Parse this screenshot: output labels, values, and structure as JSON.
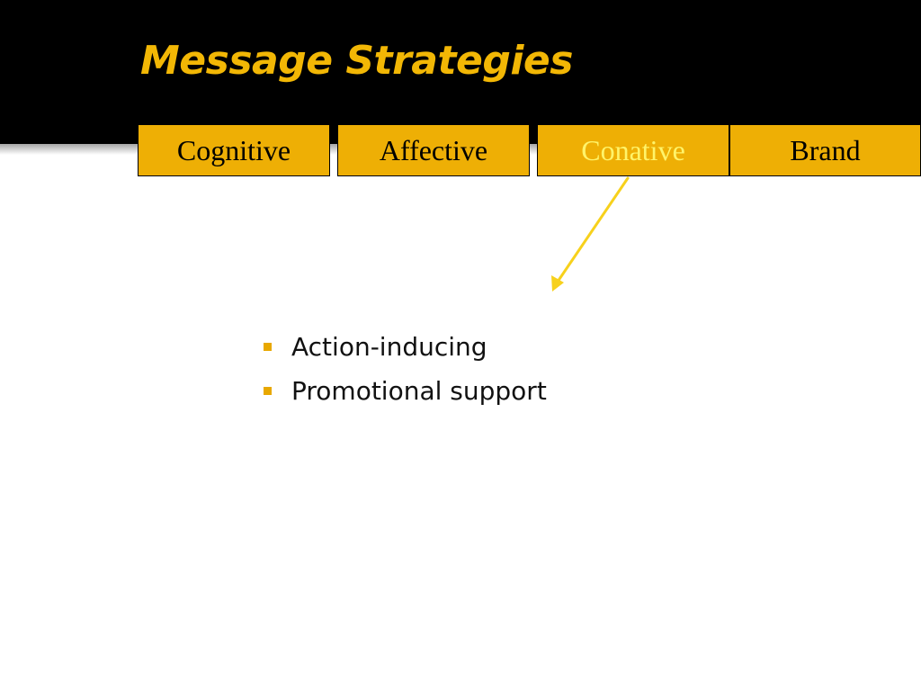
{
  "title": "Message Strategies",
  "strategies": [
    {
      "label": "Cognitive",
      "highlighted": false
    },
    {
      "label": "Affective",
      "highlighted": false
    },
    {
      "label": "Conative",
      "highlighted": true
    },
    {
      "label": "Brand",
      "highlighted": false
    }
  ],
  "bullets": [
    "Action-inducing",
    "Promotional support"
  ],
  "colors": {
    "header_background": "#000000",
    "title": "#f2b705",
    "box_fill": "#eeaf05",
    "box_text": "#000000",
    "box_text_highlighted": "#fff46a",
    "arrow": "#f7d11c",
    "bullet_marker": "#e8a800"
  }
}
